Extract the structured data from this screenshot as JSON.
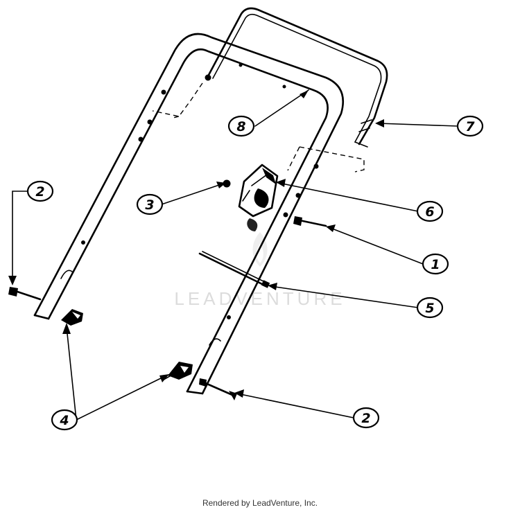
{
  "diagram": {
    "callouts": [
      {
        "id": "c8",
        "label": "8"
      },
      {
        "id": "c7",
        "label": "7"
      },
      {
        "id": "c2a",
        "label": "2"
      },
      {
        "id": "c3",
        "label": "3"
      },
      {
        "id": "c6",
        "label": "6"
      },
      {
        "id": "c1",
        "label": "1"
      },
      {
        "id": "c5",
        "label": "5"
      },
      {
        "id": "c4",
        "label": "4"
      },
      {
        "id": "c2b",
        "label": "2"
      }
    ]
  },
  "watermark": {
    "text": "LEADVENTURE",
    "logo_icon": "leadventure-flame-logo"
  },
  "footer": {
    "credit": "Rendered by LeadVenture, Inc."
  }
}
